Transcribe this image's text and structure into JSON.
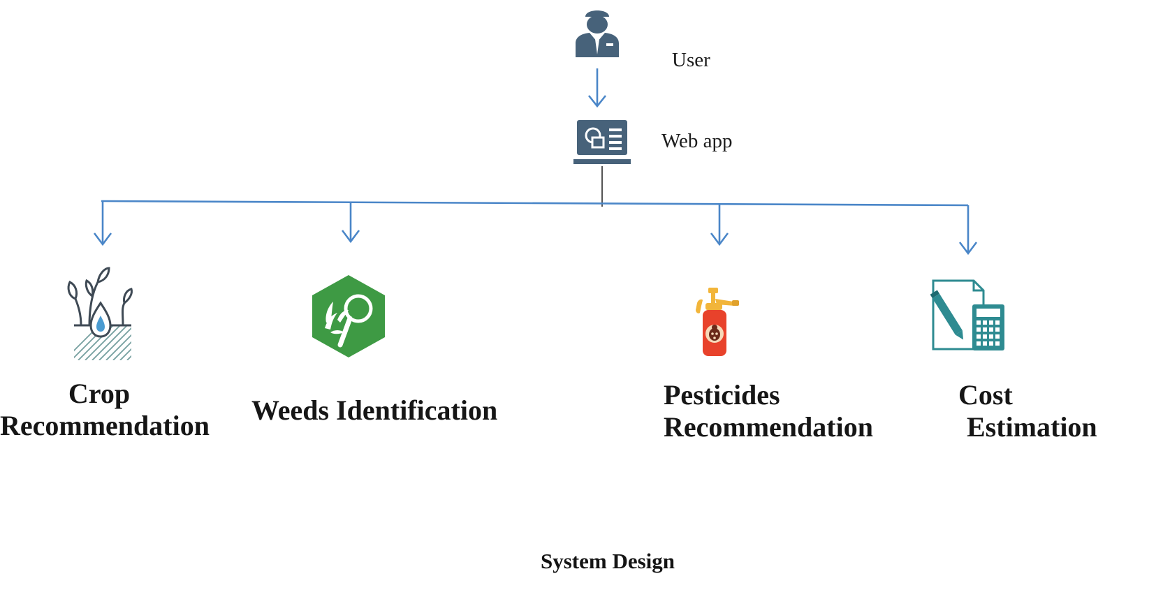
{
  "diagram": {
    "nodes": {
      "user": {
        "label": "User",
        "icon": "user-icon"
      },
      "web_app": {
        "label": "Web app",
        "icon": "laptop-app-icon"
      },
      "crop": {
        "label_line1": "Crop",
        "label_line2": "Recommendation",
        "icon": "seedling-water-drop-icon"
      },
      "weeds": {
        "label": "Weeds Identification",
        "icon": "weed-magnifier-icon"
      },
      "pesticides": {
        "label_line1": "Pesticides",
        "label_line2": "Recommendation",
        "icon": "pesticide-sprayer-icon"
      },
      "cost": {
        "label_line1": "Cost",
        "label_line2": "Estimation",
        "icon": "calculator-document-icon"
      }
    },
    "edges": [
      {
        "from": "user",
        "to": "web_app"
      },
      {
        "from": "web_app",
        "to": "crop"
      },
      {
        "from": "web_app",
        "to": "weeds"
      },
      {
        "from": "web_app",
        "to": "pesticides"
      },
      {
        "from": "web_app",
        "to": "cost"
      }
    ],
    "caption": "System Design"
  },
  "colors": {
    "connector": "#4a86c8",
    "icon_slate": "#47627a",
    "weed_green": "#3e9a44",
    "sprayer_red": "#e8422b",
    "sprayer_yellow": "#f2b53a",
    "teal": "#2e8b91"
  }
}
